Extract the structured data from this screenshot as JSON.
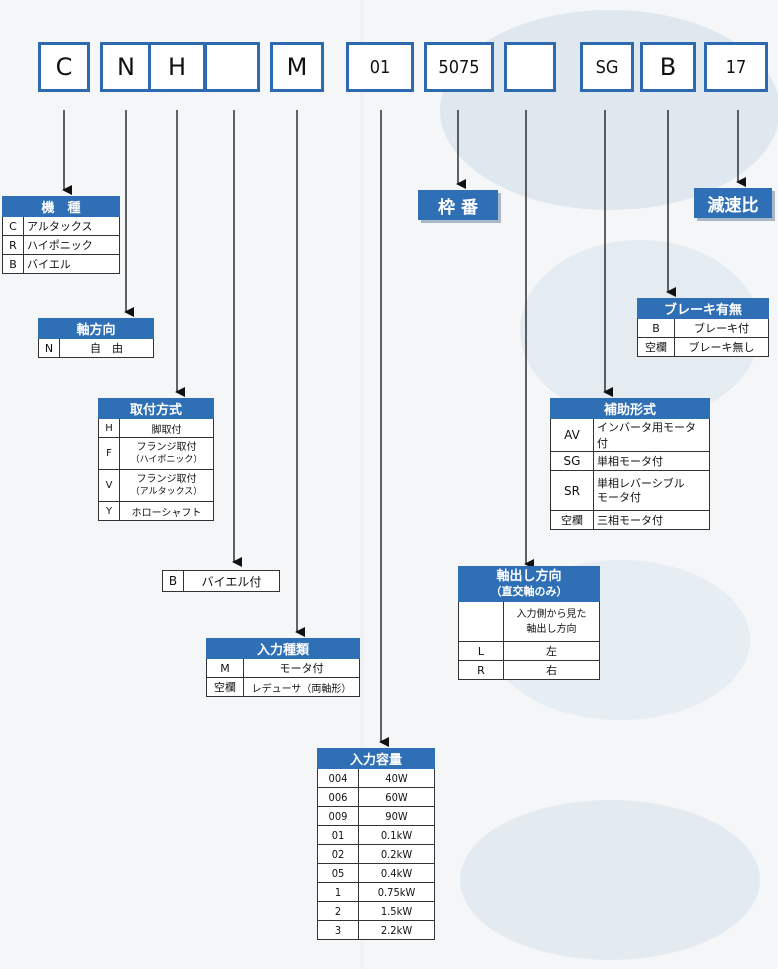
{
  "code_boxes": [
    "C",
    "N",
    "H",
    "",
    "M",
    "01",
    "5075",
    "",
    "SG",
    "B",
    "17"
  ],
  "kishu": {
    "title": "機　種",
    "rows": [
      {
        "code": "C",
        "label": "アルタックス"
      },
      {
        "code": "R",
        "label": "ハイポニック"
      },
      {
        "code": "B",
        "label": "バイエル"
      }
    ]
  },
  "jikuhoko": {
    "title": "軸方向",
    "rows": [
      {
        "code": "N",
        "label": "自　由"
      }
    ]
  },
  "toritsuke": {
    "title": "取付方式",
    "rows": [
      {
        "code": "H",
        "label": "脚取付",
        "sub": ""
      },
      {
        "code": "F",
        "label": "フランジ取付",
        "sub": "（ハイポニック）"
      },
      {
        "code": "V",
        "label": "フランジ取付",
        "sub": "（アルタックス）"
      },
      {
        "code": "Y",
        "label": "ホローシャフト",
        "sub": ""
      }
    ]
  },
  "bayel": {
    "code": "B",
    "label": "バイエル付"
  },
  "nyuryoku_shurui": {
    "title": "入力種類",
    "rows": [
      {
        "code": "M",
        "label": "モータ付"
      },
      {
        "code": "空欄",
        "label": "レデューサ（両軸形）"
      }
    ]
  },
  "nyuryoku_yoryo": {
    "title": "入力容量",
    "rows": [
      {
        "code": "004",
        "label": "40W"
      },
      {
        "code": "006",
        "label": "60W"
      },
      {
        "code": "009",
        "label": "90W"
      },
      {
        "code": "01",
        "label": "0.1kW"
      },
      {
        "code": "02",
        "label": "0.2kW"
      },
      {
        "code": "05",
        "label": "0.4kW"
      },
      {
        "code": "1",
        "label": "0.75kW"
      },
      {
        "code": "2",
        "label": "1.5kW"
      },
      {
        "code": "3",
        "label": "2.2kW"
      }
    ]
  },
  "wakuban": {
    "title": "枠 番"
  },
  "gensokuhi": {
    "title": "減速比"
  },
  "brake": {
    "title": "ブレーキ有無",
    "rows": [
      {
        "code": "B",
        "label": "ブレーキ付"
      },
      {
        "code": "空欄",
        "label": "ブレーキ無し"
      }
    ]
  },
  "hojo": {
    "title": "補助形式",
    "rows": [
      {
        "code": "AV",
        "label": "インバータ用モータ付"
      },
      {
        "code": "SG",
        "label": "単相モータ付"
      },
      {
        "code": "SR",
        "label": "単相レバーシブル",
        "sub": "モータ付"
      },
      {
        "code": "空欄",
        "label": "三相モータ付"
      }
    ]
  },
  "jikudashi": {
    "title": "軸出し方向",
    "subtitle": "（直交軸のみ）",
    "note_line1": "入力側から見た",
    "note_line2": "軸出し方向",
    "rows": [
      {
        "code": "L",
        "label": "左"
      },
      {
        "code": "R",
        "label": "右"
      }
    ]
  }
}
